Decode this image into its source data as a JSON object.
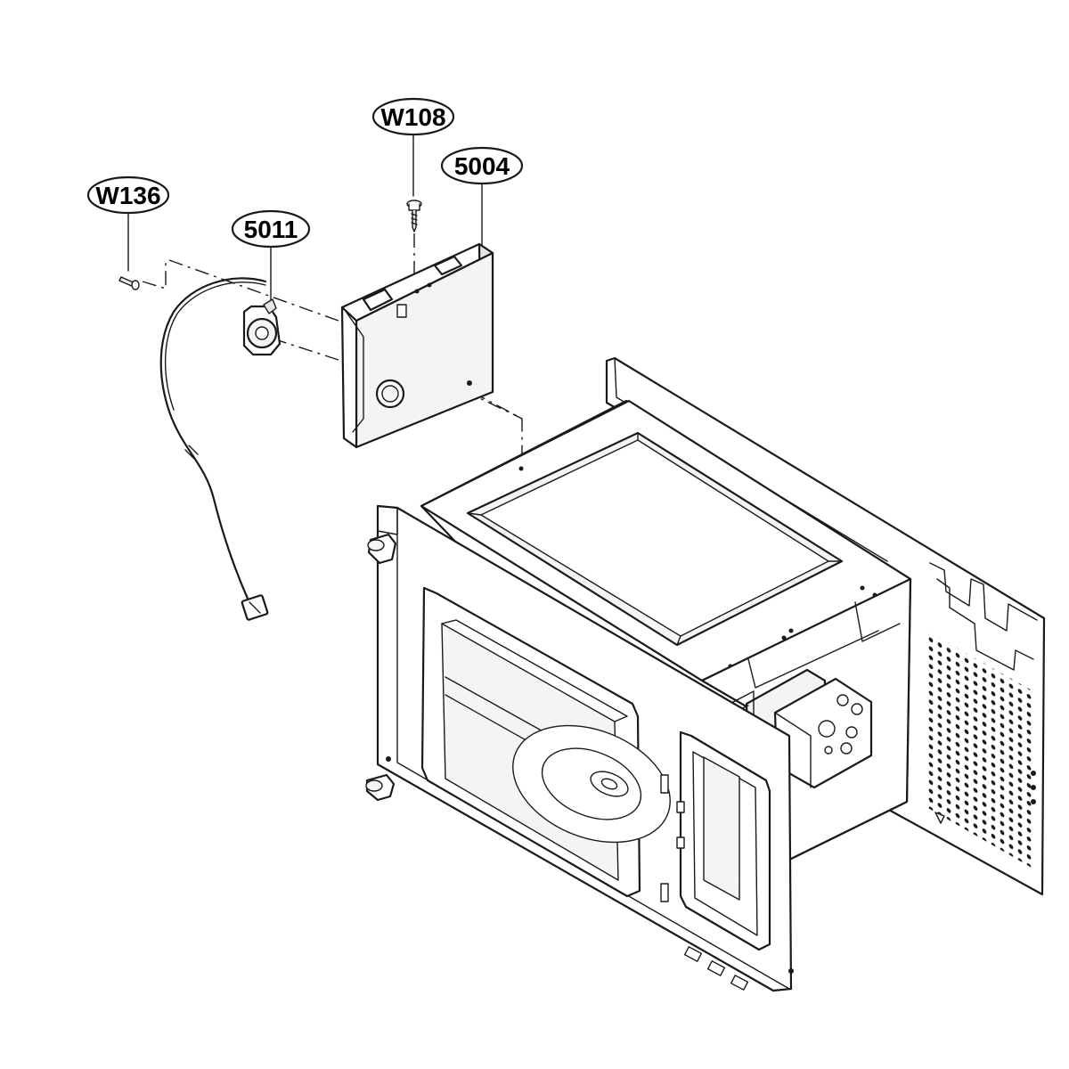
{
  "diagram": {
    "callouts": [
      {
        "id": "W136",
        "text": "W136"
      },
      {
        "id": "5011",
        "text": "5011"
      },
      {
        "id": "W108",
        "text": "W108"
      },
      {
        "id": "5004",
        "text": "5004"
      }
    ],
    "colors": {
      "ink": "#1a1a1a",
      "background": "#ffffff",
      "shade": "#e6e6e6"
    }
  }
}
